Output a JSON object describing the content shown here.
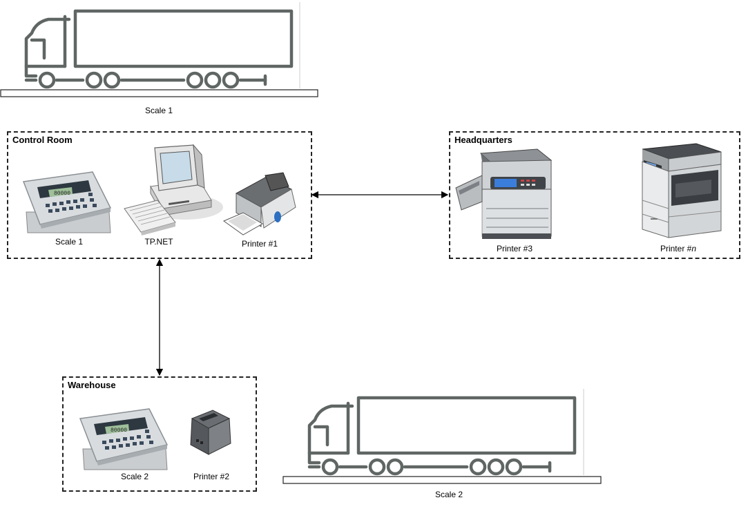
{
  "scales": {
    "top_label": "Scale 1",
    "bottom_label": "Scale 2"
  },
  "control_room": {
    "title": "Control Room",
    "scale_label": "Scale 1",
    "pc_label": "TP.NET",
    "printer_label": "Printer #1",
    "display_reading": "80000"
  },
  "headquarters": {
    "title": "Headquarters",
    "printer3_label": "Printer #3",
    "printern_prefix": "Printer #",
    "printern_suffix": "n"
  },
  "warehouse": {
    "title": "Warehouse",
    "scale_label": "Scale 2",
    "printer_label": "Printer #2",
    "display_reading": "80000"
  },
  "colors": {
    "truck": "#5f6664",
    "border": "#222222",
    "arrow": "#000000"
  }
}
